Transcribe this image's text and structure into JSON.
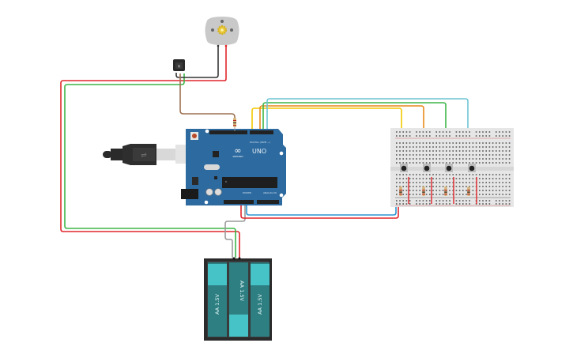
{
  "arduino": {
    "model_label": "UNO",
    "brand_label": "ARDUINO",
    "digital_header_label": "DIGITAL (PWM ~)",
    "power_header_label": "POWER",
    "analog_header_label": "ANALOG IN",
    "board_color": "#2d6a9f"
  },
  "battery_pack": {
    "cells": [
      {
        "label": "AA 1.5V"
      },
      {
        "label": "AA 1.5V"
      },
      {
        "label": "AA 1.5V"
      }
    ],
    "cell_color": "#2e7f82",
    "cell_highlight_color": "#46c3c6"
  },
  "transistor": {
    "label": "N"
  },
  "breadboard": {
    "pushbutton_count": 4,
    "resistor_count": 4
  },
  "wire_colors": {
    "red": "#e0262b",
    "black": "#333333",
    "green": "#3db548",
    "brown": "#9c7151",
    "yellow": "#f2c900",
    "orange": "#e8891a",
    "cyan": "#6cc4d4",
    "blue": "#2a95d0",
    "gray": "#9a9a9a"
  }
}
